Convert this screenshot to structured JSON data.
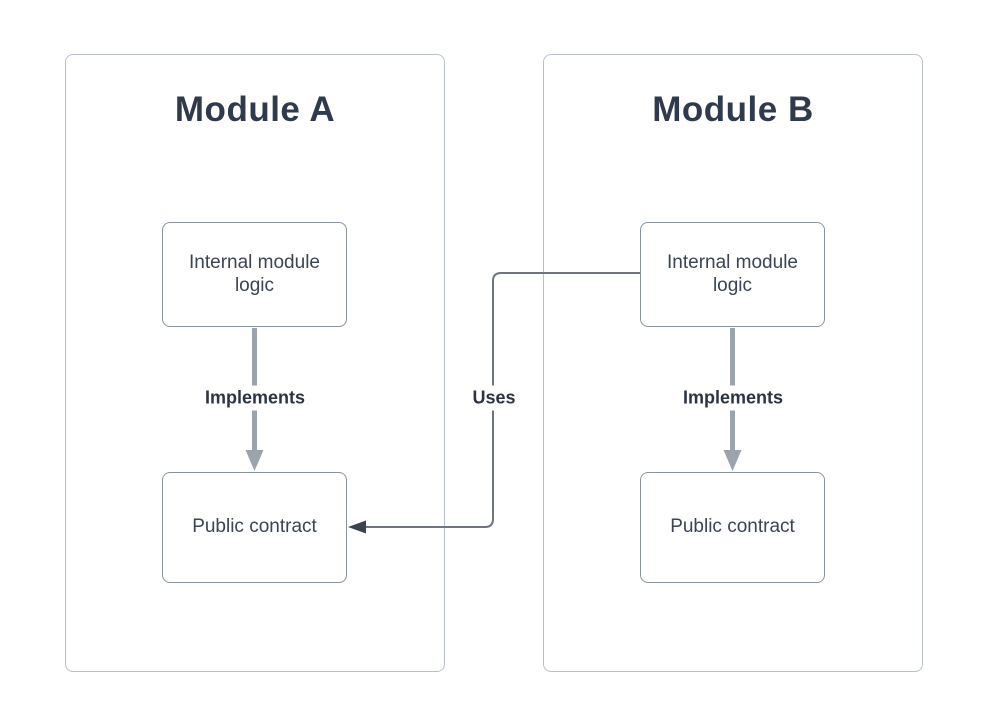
{
  "colors": {
    "background": "#ffffff",
    "panel_border": "#bac0ca",
    "box_border": "#8a93a0",
    "title_text": "#2f3b4c",
    "box_text": "#3a4452",
    "label_text": "#2c3442",
    "thick_arrow": "#9ba3ae",
    "connector_line": "#6e7581",
    "connector_arrowhead": "#3a4250"
  },
  "diagram": {
    "modules": [
      {
        "title": "Module A",
        "internal_box": "Internal module logic",
        "public_box": "Public contract",
        "implements_label": "Implements"
      },
      {
        "title": "Module B",
        "internal_box": "Internal module logic",
        "public_box": "Public contract",
        "implements_label": "Implements"
      }
    ],
    "uses_label": "Uses"
  }
}
